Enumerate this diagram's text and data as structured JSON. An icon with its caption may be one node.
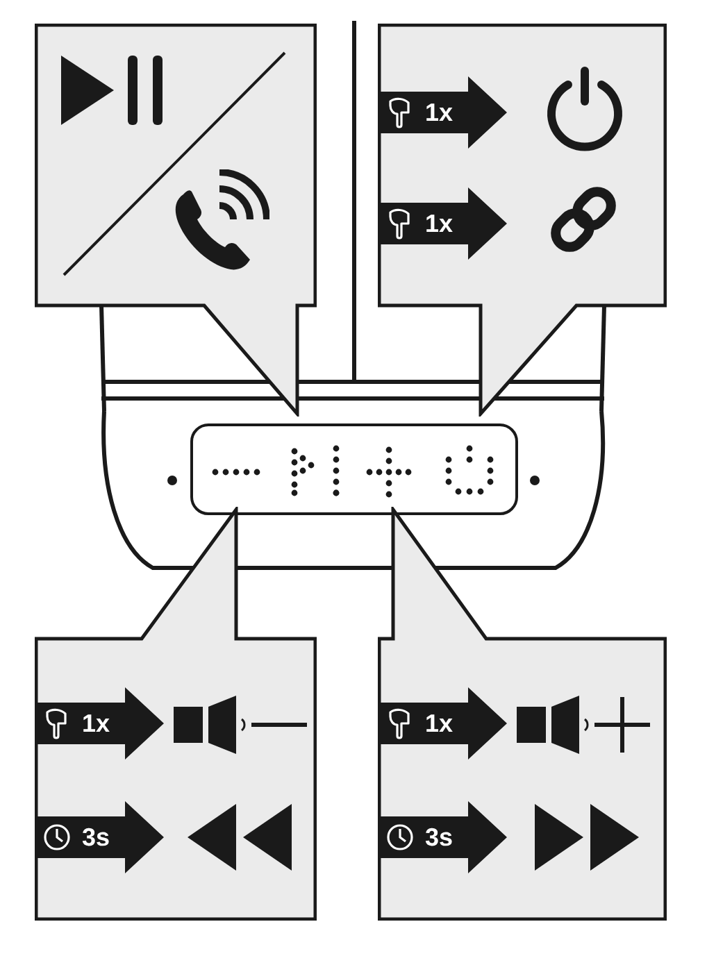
{
  "diagram": {
    "nodes": [
      {
        "text": [],
        "shape": "box"
      },
      {
        "text": [],
        "shape": "box"
      },
      {
        "text": [
          "1x"
        ],
        "in": 1
      },
      {
        "text": [
          "1x"
        ],
        "in": 1
      },
      {
        "text": [],
        "shape": "box"
      },
      {
        "text": [
          "1x"
        ],
        "in": 4
      },
      {
        "text": [
          "3s"
        ],
        "in": 4
      },
      {
        "text": [],
        "shape": "box"
      },
      {
        "text": [
          "1x"
        ],
        "in": 7
      },
      {
        "text": [
          "3s"
        ],
        "in": 7
      }
    ]
  }
}
